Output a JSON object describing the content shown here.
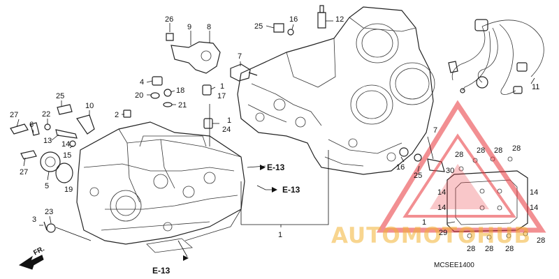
{
  "diagram_code": "MCSEE1400",
  "front_marker": "FR.",
  "references": {
    "e13_top": "E-13",
    "e13_mid": "E-13",
    "e13_bottom": "E-13"
  },
  "watermark": {
    "text": "AUTOMOTOHUB",
    "color": "#e8343a",
    "accent": "#f2b233"
  },
  "callouts": {
    "c26": "26",
    "c9": "9",
    "c8": "8",
    "c25a": "25",
    "c16a": "16",
    "c12": "12",
    "c7a": "7",
    "c4": "4",
    "c20": "20",
    "c18": "18",
    "c1a": "1",
    "c17": "17",
    "c21": "21",
    "c2": "2",
    "c1b": "1",
    "c24": "24",
    "c25b": "25",
    "c10": "10",
    "c27a": "27",
    "c22": "22",
    "c6": "6",
    "c13": "13",
    "c14a": "14",
    "c15": "15",
    "c27b": "27",
    "c5": "5",
    "c19": "19",
    "c23": "23",
    "c3": "3",
    "c1c": "1",
    "c7b": "7",
    "c16b": "16",
    "c25c": "25",
    "c28a": "28",
    "c28b": "28",
    "c28c": "28",
    "c28d": "28",
    "c30": "30",
    "c14b": "14",
    "c14c": "14",
    "c14d": "14",
    "c14e": "14",
    "c1d": "1",
    "c29": "29",
    "c28e": "28",
    "c28f": "28",
    "c28g": "28",
    "c28h": "28",
    "c11": "11"
  }
}
